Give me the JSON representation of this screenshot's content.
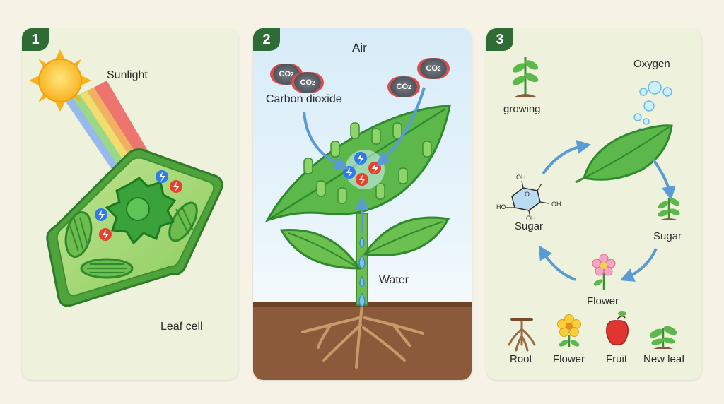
{
  "panel1": {
    "number": "1",
    "sunlight_label": "Sunlight",
    "cell_label": "Leaf cell"
  },
  "panel2": {
    "number": "2",
    "air_label": "Air",
    "co2_label": "Carbon dioxide",
    "co2_formula": "CO",
    "co2_subscript": "2",
    "water_label": "Water"
  },
  "panel3": {
    "number": "3",
    "growing_label": "growing",
    "oxygen_label": "Oxygen",
    "sugar_left_label": "Sugar",
    "sugar_right_label": "Sugar",
    "flower_label": "Flower",
    "oh_label": "OH",
    "ho_label": "HO",
    "o_label": "O",
    "products": [
      "Root",
      "Flower",
      "Fruit",
      "New leaf"
    ]
  },
  "colors": {
    "badge": "#2f6b35",
    "leaf": "#5cb84a",
    "leaf_dark": "#2f8a2e",
    "soil": "#8a5a3b",
    "arrow": "#5b9bd5"
  }
}
